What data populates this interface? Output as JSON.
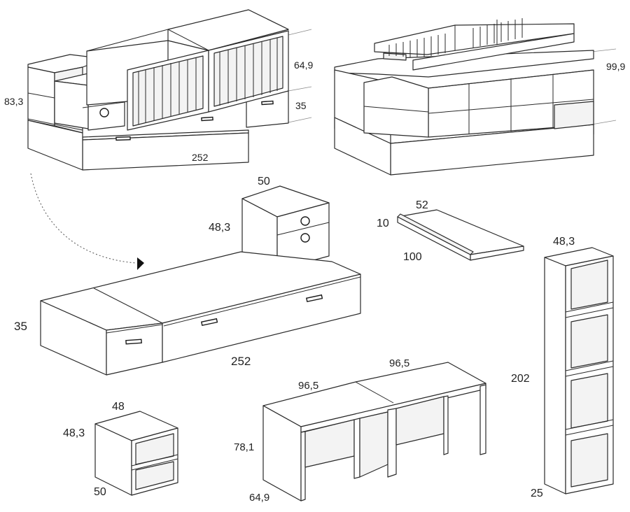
{
  "dimensions": {
    "crib_height": "83,3",
    "crib_rail_height": "64,9",
    "crib_drawer_height": "35",
    "crib_length": "252",
    "crib_bed_height": "99,9",
    "chest_width": "50",
    "chest_height": "48,3",
    "chest_depth": "52",
    "changer_depth": "52",
    "changer_height": "10",
    "changer_length": "100",
    "shelf_width": "48,3",
    "shelf_height": "202",
    "shelf_depth": "25",
    "base_height": "35",
    "base_length": "252",
    "desk_left_width": "96,5",
    "desk_right_width": "96,5",
    "desk_height": "78,1",
    "desk_depth": "64,9",
    "cube_width": "48",
    "cube_height": "48,3",
    "cube_depth": "50"
  }
}
